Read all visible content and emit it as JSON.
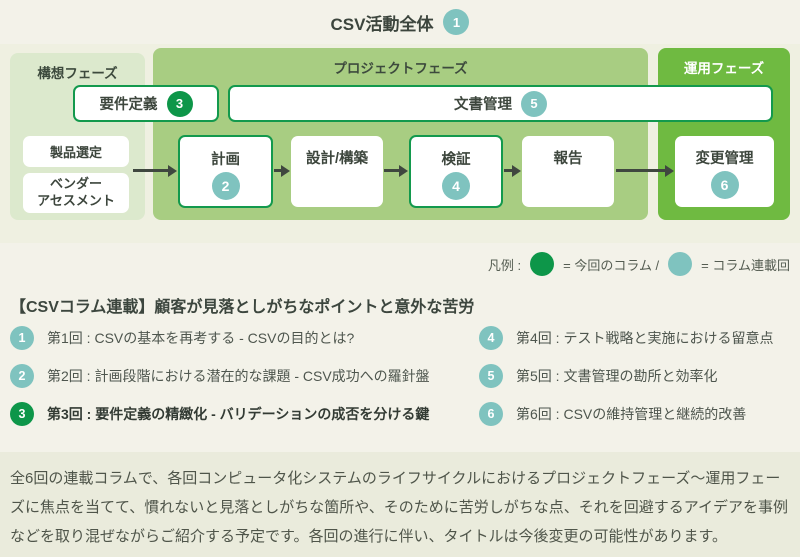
{
  "title": {
    "text": "CSV活動全体",
    "badge": "1"
  },
  "colors": {
    "accent_green": "#0d9649",
    "accent_teal": "#7fc3bf",
    "phase_concept_bg": "#dce9cd",
    "phase_project_bg": "#a8cd82",
    "phase_operation_bg": "#6fba41",
    "outline_green": "#13994d",
    "arrow": "#3f473f",
    "footer_bg": "#eaebdc"
  },
  "diagram": {
    "phases": {
      "concept": {
        "label": "構想フェーズ"
      },
      "project": {
        "label": "プロジェクトフェーズ"
      },
      "operation": {
        "label": "運用フェーズ"
      }
    },
    "overlays": {
      "requirements": {
        "label": "要件定義",
        "badge": "3"
      },
      "doc_management": {
        "label": "文書管理",
        "badge": "5"
      }
    },
    "concept_boxes": {
      "product_selection": {
        "label": "製品選定"
      },
      "vendor_assessment": {
        "line1": "ベンダー",
        "line2": "アセスメント"
      }
    },
    "flow_boxes": {
      "plan": {
        "label": "計画",
        "badge": "2"
      },
      "design_build": {
        "label": "設計/構築"
      },
      "verification": {
        "label": "検証",
        "badge": "4"
      },
      "report": {
        "label": "報告"
      },
      "change_management": {
        "label": "変更管理",
        "badge": "6"
      }
    }
  },
  "legend": {
    "label": "凡例 :",
    "current_label": "= 今回のコラム /",
    "series_label": "= コラム連載回"
  },
  "series": {
    "heading": "【CSVコラム連載】顧客が見落としがちなポイントと意外な苦労",
    "items": [
      {
        "num": "1",
        "text": "第1回 : CSVの基本を再考する - CSVの目的とは?",
        "current": false
      },
      {
        "num": "2",
        "text": "第2回 : 計画段階における潜在的な課題 - CSV成功への羅針盤",
        "current": false
      },
      {
        "num": "3",
        "text": "第3回 : 要件定義の精緻化 - バリデーションの成否を分ける鍵",
        "current": true
      },
      {
        "num": "4",
        "text": "第4回 : テスト戦略と実施における留意点",
        "current": false
      },
      {
        "num": "5",
        "text": "第5回 : 文書管理の勘所と効率化",
        "current": false
      },
      {
        "num": "6",
        "text": "第6回 : CSVの維持管理と継続的改善",
        "current": false
      }
    ]
  },
  "footer": {
    "text": "全6回の連載コラムで、各回コンピュータ化システムのライフサイクルにおけるプロジェクトフェーズ〜運用フェーズに焦点を当てて、慣れないと見落としがちな箇所や、そのために苦労しがちな点、それを回避するアイデアを事例などを取り混ぜながらご紹介する予定です。各回の進行に伴い、タイトルは今後変更の可能性があります。"
  }
}
